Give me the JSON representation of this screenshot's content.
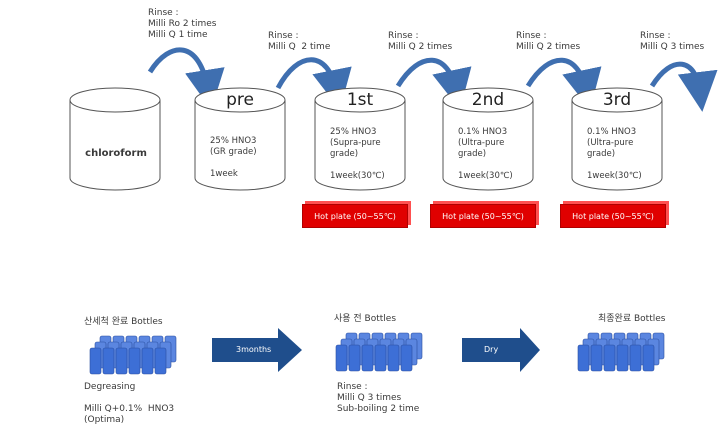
{
  "rinses": [
    {
      "text": "Rinse :\nMilli Ro 2 times\nMilli Q 1 time"
    },
    {
      "text": "Rinse :\nMilli Q  2 time"
    },
    {
      "text": "Rinse :\nMilli Q 2 times"
    },
    {
      "text": "Rinse :\nMilli Q 2 times"
    },
    {
      "text": "Rinse :\nMilli Q 3 times"
    }
  ],
  "containers": [
    {
      "title": "",
      "label": "chloroform"
    },
    {
      "title": "pre",
      "body": "25% HNO3\n(GR grade)\n\n1week"
    },
    {
      "title": "1st",
      "body": "25% HNO3\n(Supra-pure\ngrade)\n\n1week(30℃)"
    },
    {
      "title": "2nd",
      "body": "0.1% HNO3\n(Ultra-pure\ngrade)\n\n1week(30℃)"
    },
    {
      "title": "3rd",
      "body": "0.1% HNO3\n(Ultra-pure\ngrade)\n\n1week(30℃)"
    }
  ],
  "hot_plates": [
    {
      "label": "Hot plate (50~55℃)"
    },
    {
      "label": "Hot plate (50~55℃)"
    },
    {
      "label": "Hot plate (50~55℃)"
    }
  ],
  "bottles": [
    {
      "label": "산세척 완료 Bottles",
      "note": "Degreasing\n\nMilli Q+0.1%  HNO3\n(Optima)"
    },
    {
      "label": "사용 전 Bottles",
      "note": "Rinse :\nMilli Q 3 times\nSub-boiling 2 time"
    },
    {
      "label": "최종완료 Bottles",
      "note": ""
    }
  ],
  "arrows": [
    {
      "label": "3months"
    },
    {
      "label": "Dry"
    }
  ],
  "colors": {
    "curve_arrow": "#3f6fb0",
    "block_arrow": "#1f4e8c",
    "bottle": "#3d6fd6",
    "hot_plate": "#e00000"
  }
}
